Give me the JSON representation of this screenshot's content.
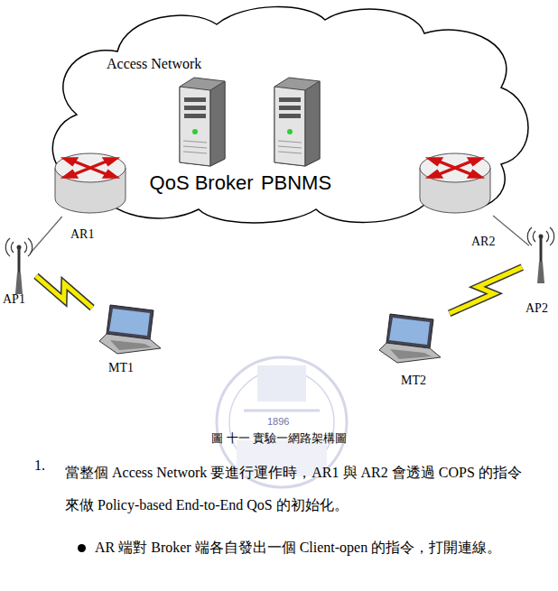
{
  "diagram": {
    "caption": "圖 十一 實驗一網路架構圖",
    "nodes": [
      {
        "text": [
          "Access Network"
        ]
      },
      {
        "text": [
          "QoS Broker"
        ],
        "in": 0
      },
      {
        "text": [
          "PBNMS"
        ],
        "in": 0
      },
      {
        "text": [
          "AR1"
        ]
      },
      {
        "text": [
          "AR2"
        ]
      },
      {
        "text": [
          "AP1"
        ]
      },
      {
        "text": [
          "AP2"
        ]
      },
      {
        "text": [
          "MT1"
        ]
      },
      {
        "text": [
          "MT2"
        ]
      }
    ],
    "edges": [
      {
        "from": 3,
        "to": 5,
        "arrow": "none"
      },
      {
        "from": 4,
        "to": 6,
        "arrow": "none"
      },
      {
        "from": 5,
        "to": 7,
        "arrow": "none"
      },
      {
        "from": 6,
        "to": 8,
        "arrow": "none"
      }
    ],
    "labels": [
      "1896",
      "1.",
      "當整個 Access Network 要進行運作時，AR1 與 AR2 會透過 COPS 的指令來做 Policy-based End-to-End QoS 的初始化。",
      "AR 端對 Broker 端各自發出一個 Client-open 的指令，打開連線。"
    ]
  }
}
